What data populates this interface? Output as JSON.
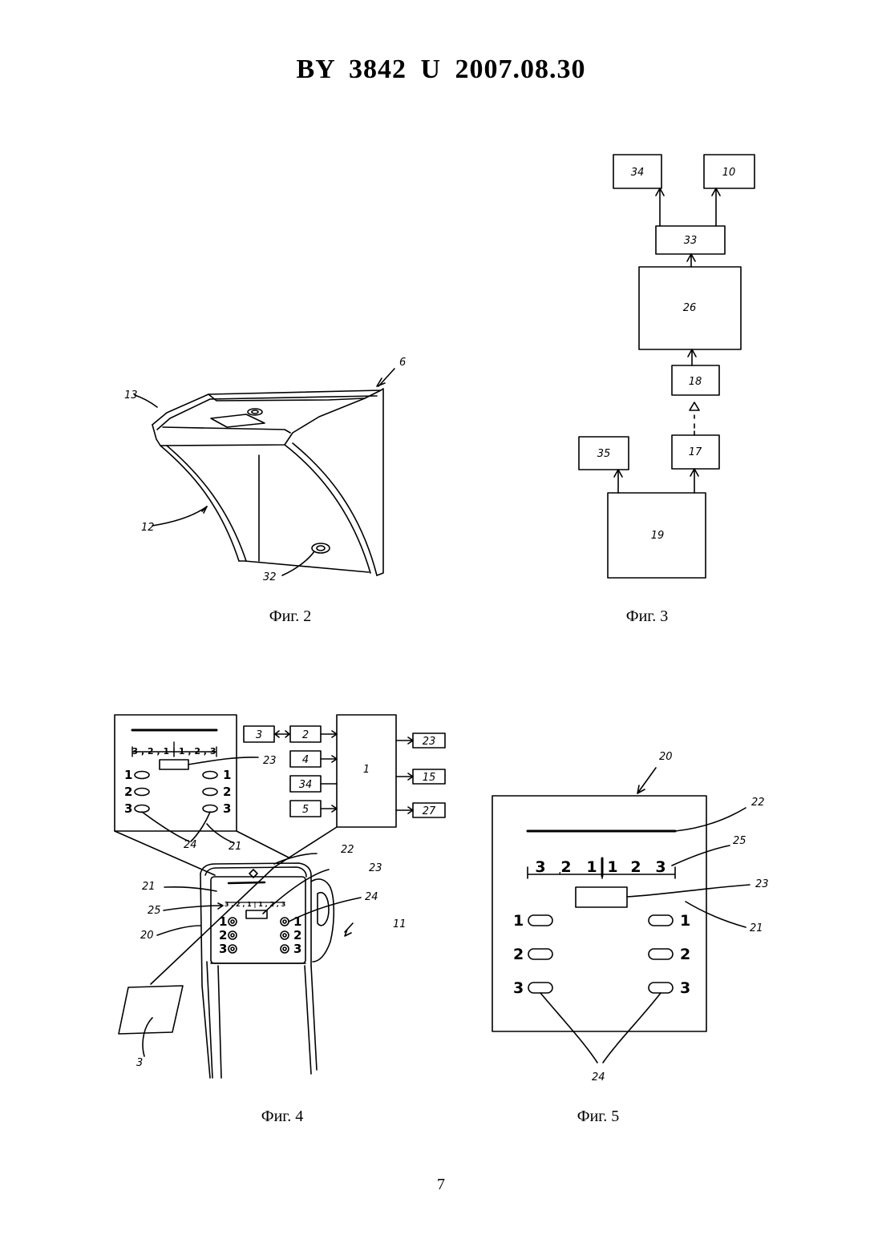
{
  "header": "BY 3842 U 2007.08.30",
  "page_number": "7",
  "fig2": {
    "caption": "Фиг. 2",
    "labels": {
      "l6": "6",
      "l13": "13",
      "l12": "12",
      "l32": "32"
    }
  },
  "fig3": {
    "caption": "Фиг. 3",
    "blocks": {
      "b34": "34",
      "b10": "10",
      "b33": "33",
      "b26": "26",
      "b18": "18",
      "b35": "35",
      "b17": "17",
      "b19": "19"
    }
  },
  "fig4": {
    "caption": "Фиг. 4",
    "blocks": {
      "b3": "3",
      "b2": "2",
      "b4": "4",
      "b34": "34",
      "b5": "5",
      "b1": "1",
      "b23": "23",
      "b15": "15",
      "b27": "27"
    },
    "scale": "3 , 2 , 1 | 1 , 2 , 3",
    "labels": {
      "l23a": "23",
      "l24a": "24",
      "l21a": "21",
      "l22": "22",
      "l23b": "23",
      "l24b": "24",
      "l21b": "21",
      "l25": "25",
      "l20": "20",
      "l11": "11",
      "l3": "3"
    },
    "buttons": {
      "n1": "1",
      "n2": "2",
      "n3": "3"
    }
  },
  "fig5": {
    "caption": "Фиг. 5",
    "labels": {
      "l20": "20",
      "l22": "22",
      "l25": "25",
      "l23": "23",
      "l21": "21",
      "l24": "24"
    },
    "scale": {
      "s3a": "3",
      "s2a": "2",
      "s1a": "1",
      "s1b": "1",
      "s2b": "2",
      "s3b": "3"
    },
    "buttons": {
      "n1": "1",
      "n2": "2",
      "n3": "3"
    }
  }
}
